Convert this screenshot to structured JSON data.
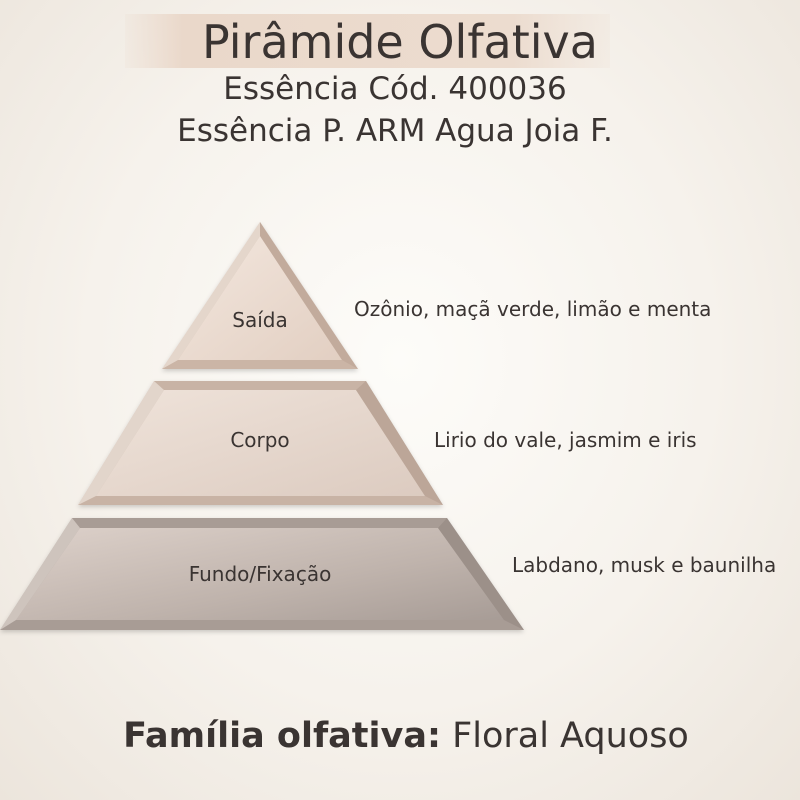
{
  "header": {
    "title": "Pirâmide Olfativa",
    "subtitle_code": "Essência Cód. 400036",
    "subtitle_name": "Essência P. ARM Agua Joia F."
  },
  "pyramid": {
    "tiers": [
      {
        "label": "Saída",
        "notes": "Ozônio, maçã verde, limão e menta"
      },
      {
        "label": "Corpo",
        "notes": "Lirio do vale, jasmim e iris"
      },
      {
        "label": "Fundo/Fixação",
        "notes": "Labdano, musk e baunilha"
      }
    ]
  },
  "family": {
    "label": "Família olfativa:",
    "value": "Floral Aquoso"
  },
  "colors": {
    "text": "#3a3432",
    "tier_top": "#ecdcd0",
    "tier_middle": "#e3d3c8",
    "tier_bottom": "#b5aaa3"
  }
}
